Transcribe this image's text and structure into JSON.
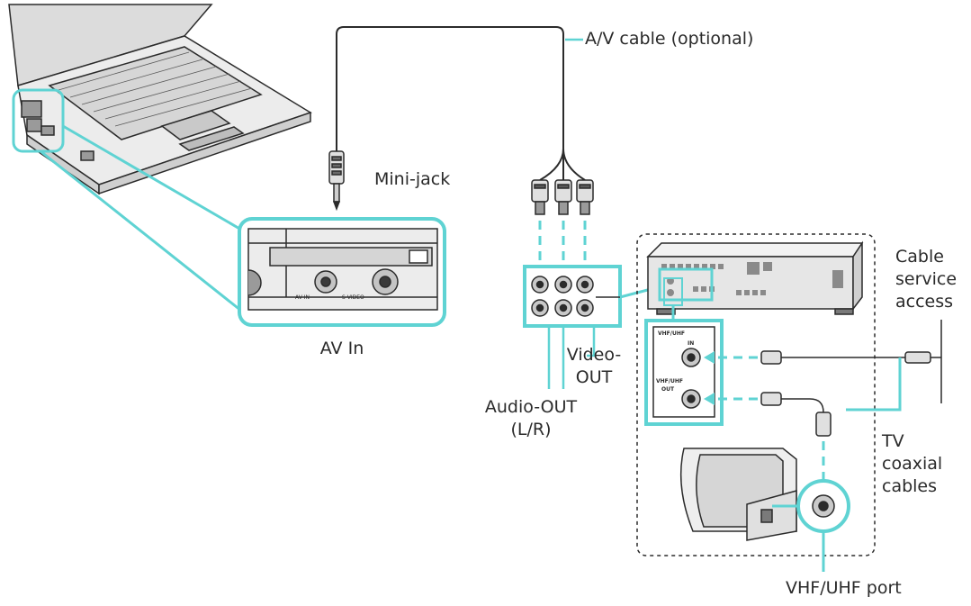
{
  "labels": {
    "av_cable": "A/V cable (optional)",
    "mini_jack": "Mini-jack",
    "av_in": "AV In",
    "video_out_1": "Video-",
    "video_out_2": "OUT",
    "audio_out_1": "Audio-OUT",
    "audio_out_2": "(L/R)",
    "cable_service_1": "Cable",
    "cable_service_2": "service",
    "cable_service_3": "access",
    "tv_coax_1": "TV",
    "tv_coax_2": "coaxial",
    "tv_coax_3": "cables",
    "vhf_uhf_port": "VHF/UHF port"
  },
  "device_text": {
    "av_in_small": "AV IN",
    "port_small": "S VIDEO",
    "vhf_in_1": "VHF/UHF",
    "vhf_in_2": "IN",
    "vhf_out_1": "VHF/UHF",
    "vhf_out_2": "OUT"
  },
  "colors": {
    "callout": "#5fd3d3",
    "line": "#2b2b2b",
    "device_fill": "#e6e6e6",
    "device_dark": "#bdbdbd"
  }
}
